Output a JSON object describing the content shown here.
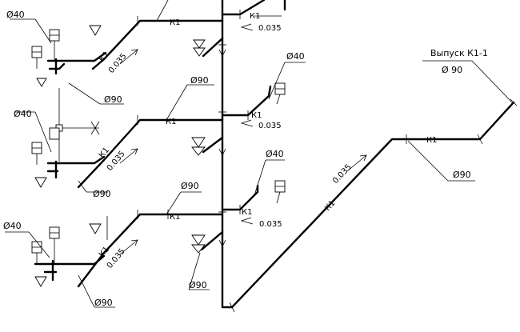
{
  "drawing": {
    "outlet_label": "Выпуск К1-1",
    "outlet_diameter": "Ø 90",
    "riser_code": "К1",
    "diameters": {
      "d40": "Ø40",
      "d90": "Ø90"
    },
    "slope": "0.035"
  }
}
